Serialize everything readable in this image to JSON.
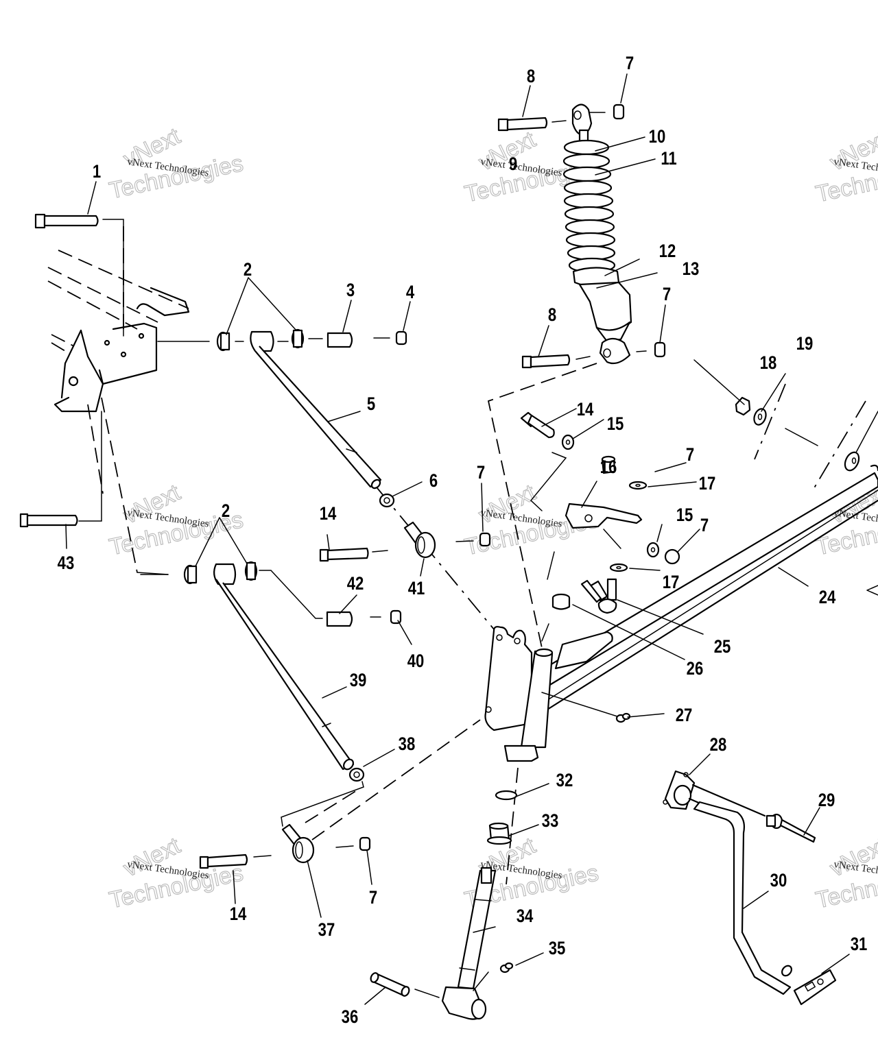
{
  "diagram": {
    "title": "Front suspension / steering exploded parts view",
    "watermark": {
      "line_small": "vNext Technologies",
      "line_big_top": "vNext",
      "line_big_bottom": "Technologies"
    },
    "callouts": [
      {
        "id": "c1",
        "label": "1"
      },
      {
        "id": "c2a",
        "label": "2"
      },
      {
        "id": "c3",
        "label": "3"
      },
      {
        "id": "c4",
        "label": "4"
      },
      {
        "id": "c5",
        "label": "5"
      },
      {
        "id": "c6",
        "label": "6"
      },
      {
        "id": "c7a",
        "label": "7"
      },
      {
        "id": "c8a",
        "label": "8"
      },
      {
        "id": "c9",
        "label": "9"
      },
      {
        "id": "c10",
        "label": "10"
      },
      {
        "id": "c11",
        "label": "11"
      },
      {
        "id": "c12",
        "label": "12"
      },
      {
        "id": "c13",
        "label": "13"
      },
      {
        "id": "c7b",
        "label": "7"
      },
      {
        "id": "c8b",
        "label": "8"
      },
      {
        "id": "c14a",
        "label": "14"
      },
      {
        "id": "c15a",
        "label": "15"
      },
      {
        "id": "c16",
        "label": "16"
      },
      {
        "id": "c7c",
        "label": "7"
      },
      {
        "id": "c17a",
        "label": "17"
      },
      {
        "id": "c15b",
        "label": "15"
      },
      {
        "id": "c7d",
        "label": "7"
      },
      {
        "id": "c17b",
        "label": "17"
      },
      {
        "id": "c18",
        "label": "18"
      },
      {
        "id": "c19",
        "label": "19"
      },
      {
        "id": "c24",
        "label": "24"
      },
      {
        "id": "c25",
        "label": "25"
      },
      {
        "id": "c26",
        "label": "26"
      },
      {
        "id": "c27",
        "label": "27"
      },
      {
        "id": "c28",
        "label": "28"
      },
      {
        "id": "c29",
        "label": "29"
      },
      {
        "id": "c30",
        "label": "30"
      },
      {
        "id": "c31",
        "label": "31"
      },
      {
        "id": "c32",
        "label": "32"
      },
      {
        "id": "c33",
        "label": "33"
      },
      {
        "id": "c34",
        "label": "34"
      },
      {
        "id": "c35",
        "label": "35"
      },
      {
        "id": "c36",
        "label": "36"
      },
      {
        "id": "c37",
        "label": "37"
      },
      {
        "id": "c38",
        "label": "38"
      },
      {
        "id": "c39",
        "label": "39"
      },
      {
        "id": "c40",
        "label": "40"
      },
      {
        "id": "c41",
        "label": "41"
      },
      {
        "id": "c42",
        "label": "42"
      },
      {
        "id": "c43",
        "label": "43"
      },
      {
        "id": "c14b",
        "label": "14"
      },
      {
        "id": "c14c",
        "label": "14"
      },
      {
        "id": "c7e",
        "label": "7"
      },
      {
        "id": "c7f",
        "label": "7"
      },
      {
        "id": "c2b",
        "label": "2"
      }
    ]
  }
}
